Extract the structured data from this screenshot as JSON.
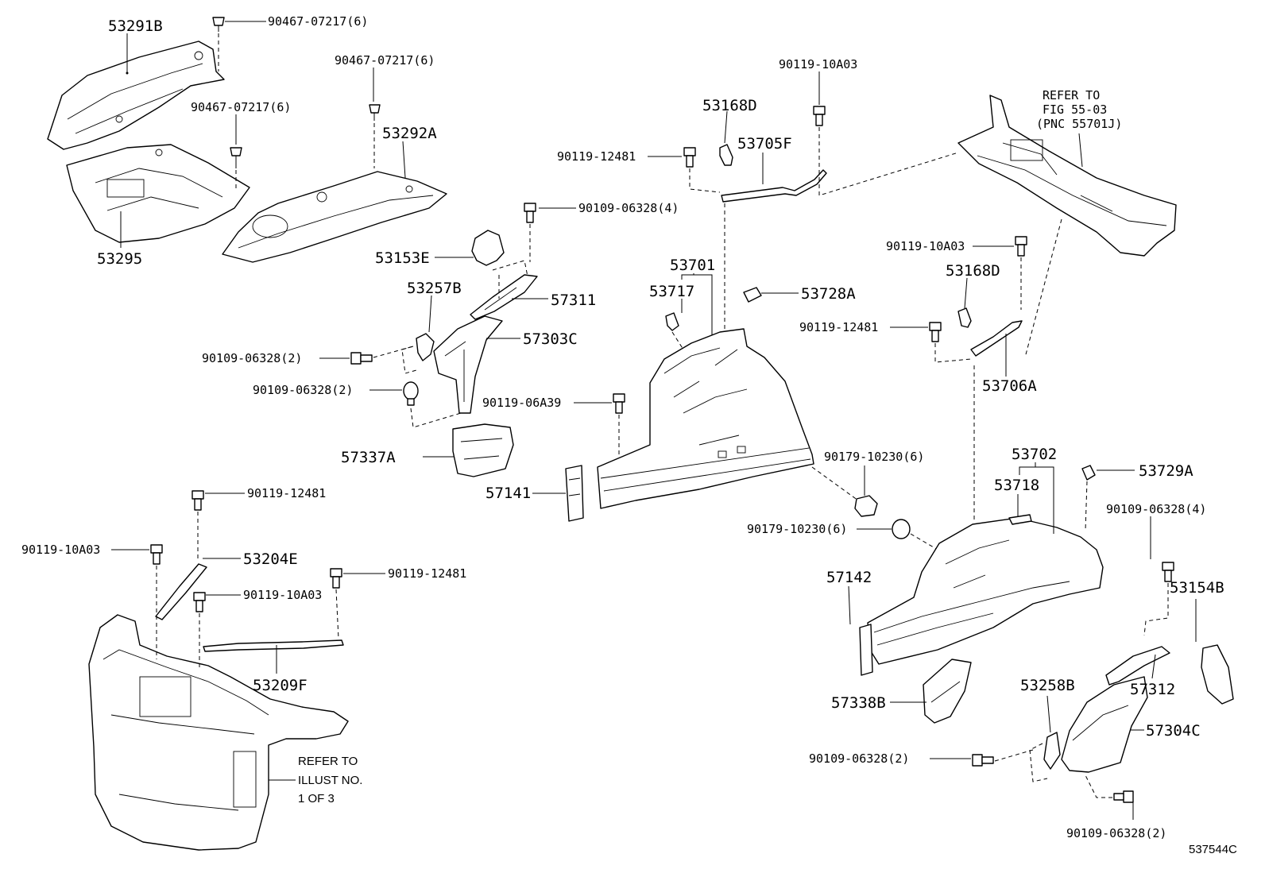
{
  "labels": {
    "p53291B": "53291B",
    "p90467_a": "90467-07217(6)",
    "p90467_b": "90467-07217(6)",
    "p90467_c": "90467-07217(6)",
    "p53292A": "53292A",
    "p53295": "53295",
    "p90119_10A03_top": "90119-10A03",
    "p53168D_top": "53168D",
    "p53705F": "53705F",
    "p90119_12481_top": "90119-12481",
    "p90109_06328_4_top": "90109-06328(4)",
    "p53153E": "53153E",
    "p53257B": "53257B",
    "p57311": "57311",
    "p57303C": "57303C",
    "p90109_06328_2_a": "90109-06328(2)",
    "p90109_06328_2_b": "90109-06328(2)",
    "p90119_06A39": "90119-06A39",
    "p57337A": "57337A",
    "p57141": "57141",
    "p53701": "53701",
    "p53717": "53717",
    "p53728A": "53728A",
    "p90119_10A03_right": "90119-10A03",
    "p53168D_right": "53168D",
    "p90119_12481_right": "90119-12481",
    "p53706A": "53706A",
    "p90179_a": "90179-10230(6)",
    "p90179_b": "90179-10230(6)",
    "p53702": "53702",
    "p53718": "53718",
    "p53729A": "53729A",
    "p90109_06328_4_right": "90109-06328(4)",
    "p57142": "57142",
    "p53154B": "53154B",
    "p57312": "57312",
    "p57338B": "57338B",
    "p53258B": "53258B",
    "p57304C": "57304C",
    "p90109_06328_2_c": "90109-06328(2)",
    "p90109_06328_2_d": "90109-06328(2)",
    "p90119_12481_left": "90119-12481",
    "p90119_10A03_left": "90119-10A03",
    "p53204E": "53204E",
    "p90119_12481_mid": "90119-12481",
    "p90119_10A03_mid": "90119-10A03",
    "p53209F": "53209F",
    "illus_code": "537544C"
  },
  "notes": {
    "refer_fig_1": "REFER TO",
    "refer_fig_2": "FIG 55-03",
    "refer_fig_3": "(PNC 55701J)",
    "refer_illus_1": "REFER TO",
    "refer_illus_2": "ILLUST NO.",
    "refer_illus_3": "1 OF 3"
  }
}
